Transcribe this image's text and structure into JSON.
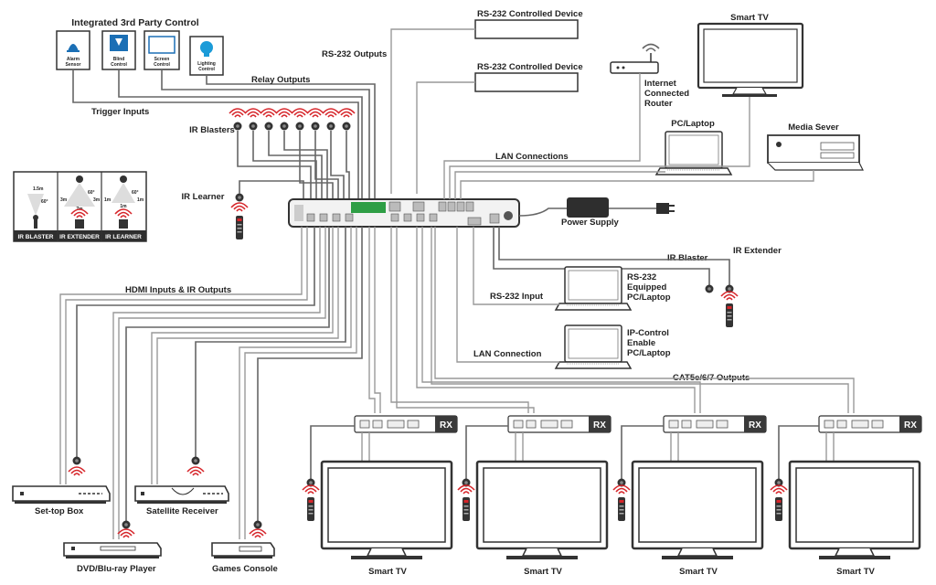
{
  "labels": {
    "integrated": "Integrated 3rd Party Control",
    "alarm": [
      "Alarm",
      "Sensor"
    ],
    "blind": [
      "Blind",
      "Control"
    ],
    "screen": [
      "Screen",
      "Control"
    ],
    "lighting": [
      "Lighting",
      "Control"
    ],
    "relay": "Relay Outputs",
    "trigger": "Trigger Inputs",
    "rs232_outputs": "RS-232 Outputs",
    "rs232_dev1": "RS-232 Controlled Device",
    "rs232_dev2": "RS-232 Controlled Device",
    "router": [
      "Internet",
      "Connected",
      "Router"
    ],
    "smart_tv_top": "Smart TV",
    "pc_laptop": "PC/Laptop",
    "media_server": "Media Sever",
    "lan_connections": "LAN Connections",
    "ir_blasters": "IR Blasters",
    "ir_learner": "IR Learner",
    "power_supply": "Power Supply",
    "ir_blaster_right": "IR Blaster",
    "ir_extender_right": "IR Extender",
    "rs232_input": "RS-232 Input",
    "rs232_pc": [
      "RS-232",
      "Equipped",
      "PC/Laptop"
    ],
    "lan_connection": "LAN Connection",
    "ip_pc": [
      "IP-Control",
      "Enable",
      "PC/Laptop"
    ],
    "hdmi_io": "HDMI Inputs & IR Outputs",
    "cat_outputs": "CAT5e/6/7 Outputs",
    "settop": "Set-top Box",
    "satellite": "Satellite Receiver",
    "dvd": "DVD/Blu-ray Player",
    "games": "Games Console",
    "rx": [
      "RX",
      "RX",
      "RX",
      "RX"
    ],
    "smart_tv_bottom": [
      "Smart TV",
      "Smart TV",
      "Smart TV",
      "Smart TV"
    ],
    "legend_titles": [
      "IR BLASTER",
      "IR EXTENDER",
      "IR LEARNER"
    ],
    "legend_blaster": [
      "1.5m",
      "60°"
    ],
    "legend_extender": [
      "60°",
      "3m",
      "7m",
      "3m"
    ],
    "legend_learner": [
      "60°",
      "1m",
      "1m",
      "1m"
    ]
  }
}
